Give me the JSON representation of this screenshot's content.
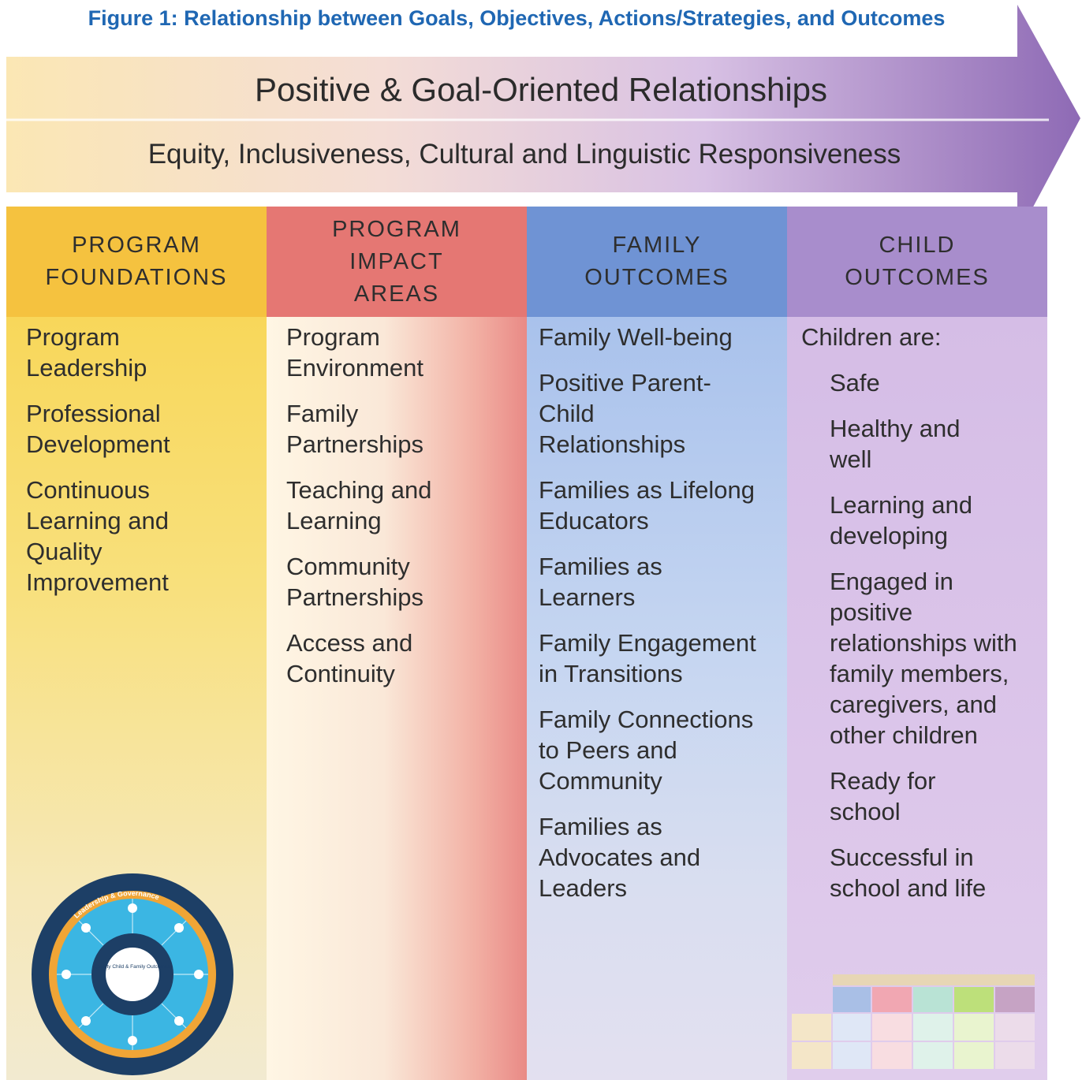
{
  "figure_title": "Figure 1: Relationship between Goals, Objectives, Actions/Strategies, and Outcomes",
  "arrow": {
    "line1": "Positive & Goal-Oriented Relationships",
    "line2": "Equity, Inclusiveness, Cultural and Linguistic Responsiveness"
  },
  "columns": [
    {
      "heading": [
        "PROGRAM",
        "FOUNDATIONS"
      ],
      "items": [
        "Program Leadership",
        "Professional Development",
        "Continuous Learning and Quality Improvement"
      ]
    },
    {
      "heading": [
        "PROGRAM",
        "IMPACT",
        "AREAS"
      ],
      "items": [
        "Program Environment",
        "Family Partnerships",
        "Teaching and Learning",
        "Community Partnerships",
        "Access and Continuity"
      ]
    },
    {
      "heading": [
        "FAMILY",
        "OUTCOMES"
      ],
      "items": [
        "Family Well-being",
        "Positive Parent-Child Relationships",
        "Families as Lifelong Educators",
        "Families as Learners",
        "Family Engagement in Transitions",
        "Family Connections to Peers and Community",
        "Families as Advocates and Leaders"
      ]
    },
    {
      "heading": [
        "CHILD",
        "OUTCOMES"
      ],
      "intro": "Children are:",
      "items": [
        "Safe",
        "Healthy and well",
        "Learning and developing",
        "Engaged in positive relationships with family members, caregivers, and other children",
        "Ready for school",
        "Successful in school and life"
      ]
    }
  ],
  "logo": {
    "ring_text": "Leadership & Governance",
    "center_text": "Quality Child & Family Outcomes",
    "colors": {
      "outer": "#1d3f66",
      "ring": "#f0a536",
      "inner": "#3bb6e3"
    }
  },
  "colors": {
    "title": "#1f67b3",
    "foundations": "#f5c23f",
    "impact": "#e57773",
    "family": "#6f93d4",
    "child": "#a88dcc"
  }
}
